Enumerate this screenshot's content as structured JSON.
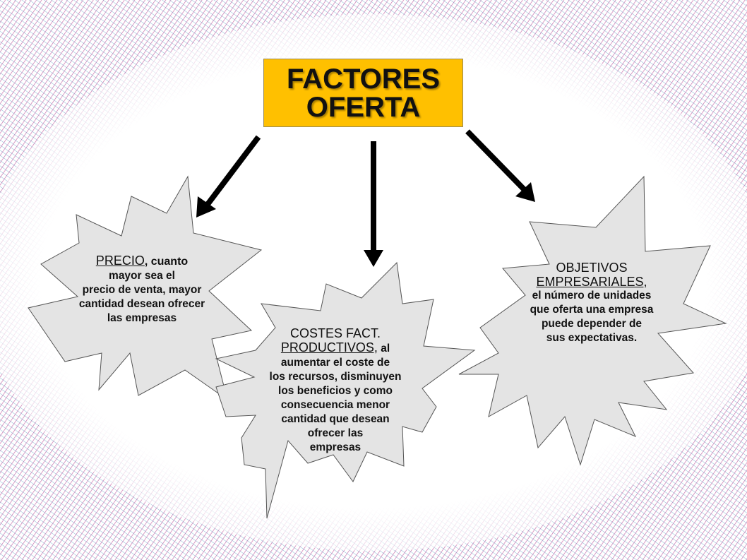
{
  "title": {
    "line1": "FACTORES",
    "line2": "OFERTA"
  },
  "colors": {
    "title_fill": "#ffc000",
    "starburst_fill": "#e4e4e4",
    "arrow": "#000000"
  },
  "nodes": {
    "precio": {
      "heading": "PRECIO",
      "heading_tail": ", cuanto",
      "lines": [
        "mayor sea el",
        "precio de venta, mayor",
        "cantidad desean ofrecer",
        "las empresas"
      ]
    },
    "costes": {
      "heading1": "COSTES FACT.",
      "heading2": "PRODUCTIVOS,",
      "heading2_tail": " al",
      "lines": [
        "aumentar el coste de",
        "los recursos, disminuyen",
        "los beneficios y como",
        "consecuencia menor",
        "cantidad que desean",
        "ofrecer las",
        "empresas"
      ]
    },
    "objetivos": {
      "heading1": "OBJETIVOS",
      "heading2": "EMPRESARIALES,",
      "lines": [
        "el número de unidades",
        "que oferta una empresa",
        "puede depender de",
        "sus expectativas."
      ]
    }
  }
}
